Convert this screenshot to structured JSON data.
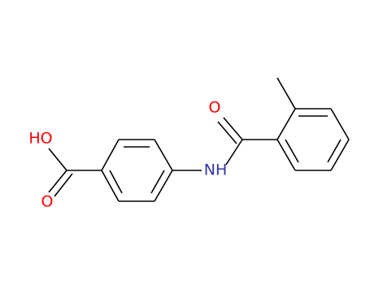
{
  "diagram": {
    "type": "chemical-structure",
    "atoms": [
      {
        "id": "o-hydroxyl",
        "text": "HO",
        "color": "#ff0000"
      },
      {
        "id": "o-carbonyl-acid",
        "text": "O",
        "color": "#ff0000"
      },
      {
        "id": "n-amide",
        "text": "NH",
        "color": "#3333aa"
      },
      {
        "id": "o-carbonyl-amide",
        "text": "O",
        "color": "#ff0000"
      }
    ],
    "bond_color": "#000000"
  }
}
